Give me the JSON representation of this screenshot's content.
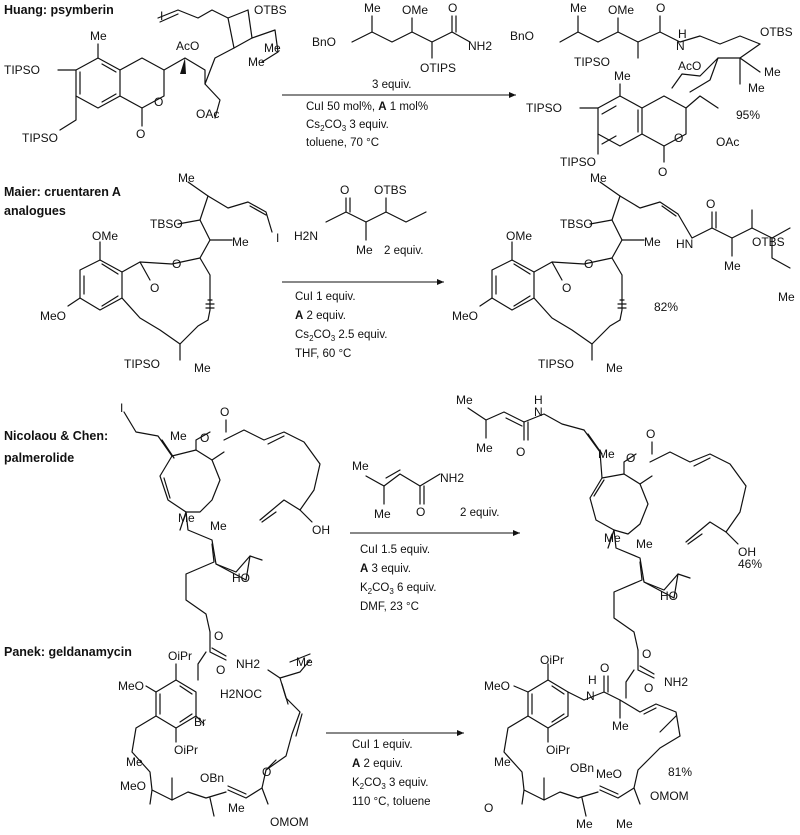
{
  "schemes": [
    {
      "title_lines": [
        "Huang: psymberin"
      ],
      "reagent": {
        "equiv": "3 equiv."
      },
      "conditions": [
        {
          "b": "",
          "t": "CuI 50 mol%, "
        },
        {
          "b": "A",
          "t": " 1 mol%"
        }
      ],
      "conditions_rest": [
        "Cs2CO3 3 equiv.",
        "toluene, 70 °C"
      ],
      "yield": "95%",
      "sm_labels": [
        "I",
        "OTBS",
        "Me",
        "AcO",
        "Me",
        "Me",
        "TIPSO",
        "O",
        "O",
        "OAc",
        "TIPSO"
      ],
      "reagent_labels": [
        "Me",
        "OMe",
        "O",
        "BnO",
        "NH2",
        "OTIPS"
      ],
      "pr_labels": [
        "Me",
        "OMe",
        "O",
        "BnO",
        "N",
        "H",
        "OTBS",
        "TIPSO",
        "Me",
        "AcO",
        "Me",
        "Me",
        "TIPSO",
        "O",
        "O",
        "OAc",
        "TIPSO"
      ]
    },
    {
      "title_lines": [
        "Maier: cruentaren A",
        "analogues"
      ],
      "reagent": {
        "equiv": "2 equiv."
      },
      "conditions_rest": [
        "CuI 1 equiv.",
        "A 2 equiv.",
        "Cs2CO3 2.5 equiv.",
        "THF, 60 °C"
      ],
      "yield": "82%",
      "sm_labels": [
        "Me",
        "TBSO",
        "Me",
        "I",
        "OMe",
        "O",
        "O",
        "MeO",
        "TIPSO",
        "Me"
      ],
      "reagent_labels": [
        "O",
        "OTBS",
        "H2N",
        "Me"
      ],
      "pr_labels": [
        "Me",
        "TBSO",
        "Me",
        "HN",
        "O",
        "OTBS",
        "OMe",
        "O",
        "O",
        "Me",
        "Me",
        "MeO",
        "TIPSO",
        "Me"
      ]
    },
    {
      "title_lines": [
        "Nicolaou & Chen:",
        "palmerolide"
      ],
      "reagent": {
        "equiv": "2 equiv."
      },
      "conditions_rest": [
        "CuI 1.5 equiv.",
        "A 3 equiv.",
        "K2CO3 6 equiv.",
        "DMF, 23 °C"
      ],
      "yield": "46%",
      "sm_labels": [
        "I",
        "Me",
        "O",
        "O",
        "Me",
        "Me",
        "OH",
        "HO",
        "O",
        "O",
        "NH2"
      ],
      "reagent_labels": [
        "Me",
        "Me",
        "NH2",
        "O"
      ],
      "pr_labels": [
        "Me",
        "Me",
        "N",
        "H",
        "O",
        "Me",
        "O",
        "O",
        "Me",
        "Me",
        "OH",
        "HO",
        "O",
        "O",
        "NH2"
      ]
    },
    {
      "title_lines": [
        "Panek: geldanamycin"
      ],
      "conditions_rest": [
        "CuI 1 equiv.",
        "A 2 equiv.",
        "K2CO3 3 equiv.",
        "110 °C, toluene"
      ],
      "yield": "81%",
      "sm_labels": [
        "OiPr",
        "MeO",
        "H2NOC",
        "Me",
        "Br",
        "OiPr",
        "OBn",
        "Me",
        "MeO",
        "O",
        "Me",
        "OMOM"
      ],
      "pr_labels": [
        "OiPr",
        "MeO",
        "H",
        "N",
        "O",
        "Me",
        "OiPr",
        "OBn",
        "Me",
        "MeO",
        "O",
        "Me",
        "Me",
        "OMOM"
      ]
    }
  ]
}
